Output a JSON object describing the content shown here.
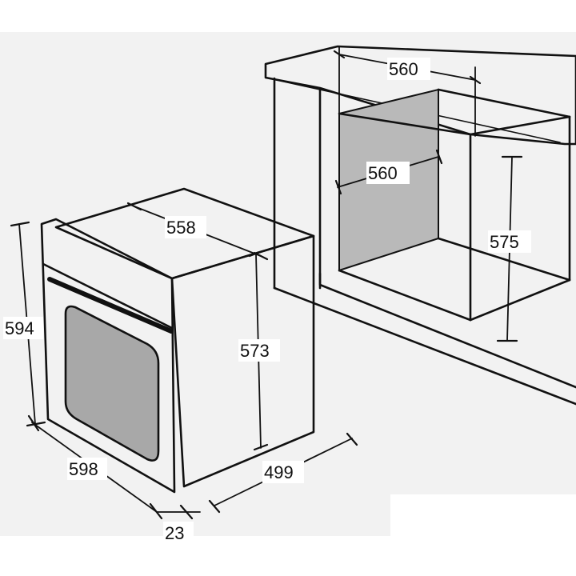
{
  "colors": {
    "background": "#ffffff",
    "panel_light": "#f2f2f2",
    "counter_top": "#d7d7d7",
    "cavity_back": "#b9b9b9",
    "oven_side": "#b3b3b3",
    "oven_top": "#ececec",
    "oven_front": "#f7f7f7",
    "oven_window": "#a8a8a8",
    "line": "#111111"
  },
  "dimensions": {
    "oven_height": "594",
    "oven_width": "598",
    "door_thickness": "23",
    "body_width": "558",
    "body_height": "573",
    "body_depth": "499",
    "niche_width_top": "560",
    "niche_width_back": "560",
    "niche_height": "575"
  }
}
